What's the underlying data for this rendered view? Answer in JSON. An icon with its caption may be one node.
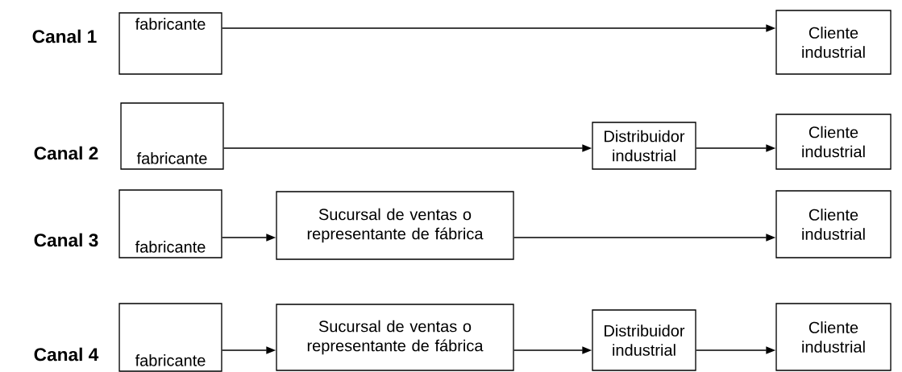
{
  "diagram": {
    "nodes": [
      {
        "text": [
          "fabricante"
        ]
      },
      {
        "text": [
          "Cliente industrial"
        ]
      },
      {
        "text": [
          "fabricante"
        ]
      },
      {
        "text": [
          "Distribuidor industrial"
        ]
      },
      {
        "text": [
          "Cliente industrial"
        ]
      },
      {
        "text": [
          "fabricante"
        ]
      },
      {
        "text": [
          "Sucursal de ventas o representante de fábrica"
        ]
      },
      {
        "text": [
          "Cliente industrial"
        ]
      },
      {
        "text": [
          "fabricante"
        ]
      },
      {
        "text": [
          "Sucursal de ventas o representante de fábrica"
        ]
      },
      {
        "text": [
          "Distribuidor industrial"
        ]
      },
      {
        "text": [
          "Cliente industrial"
        ]
      }
    ],
    "edges": [
      {
        "from": 0,
        "to": 1,
        "arrow": "to"
      },
      {
        "from": 2,
        "to": 3,
        "arrow": "to"
      },
      {
        "from": 3,
        "to": 4,
        "arrow": "to"
      },
      {
        "from": 5,
        "to": 6,
        "arrow": "to"
      },
      {
        "from": 6,
        "to": 7,
        "arrow": "to"
      },
      {
        "from": 8,
        "to": 9,
        "arrow": "to"
      },
      {
        "from": 9,
        "to": 10,
        "arrow": "to"
      },
      {
        "from": 10,
        "to": 11,
        "arrow": "to"
      }
    ],
    "labels": [
      "Canal 1",
      "Canal 2",
      "Canal 3",
      "Canal 4"
    ]
  }
}
